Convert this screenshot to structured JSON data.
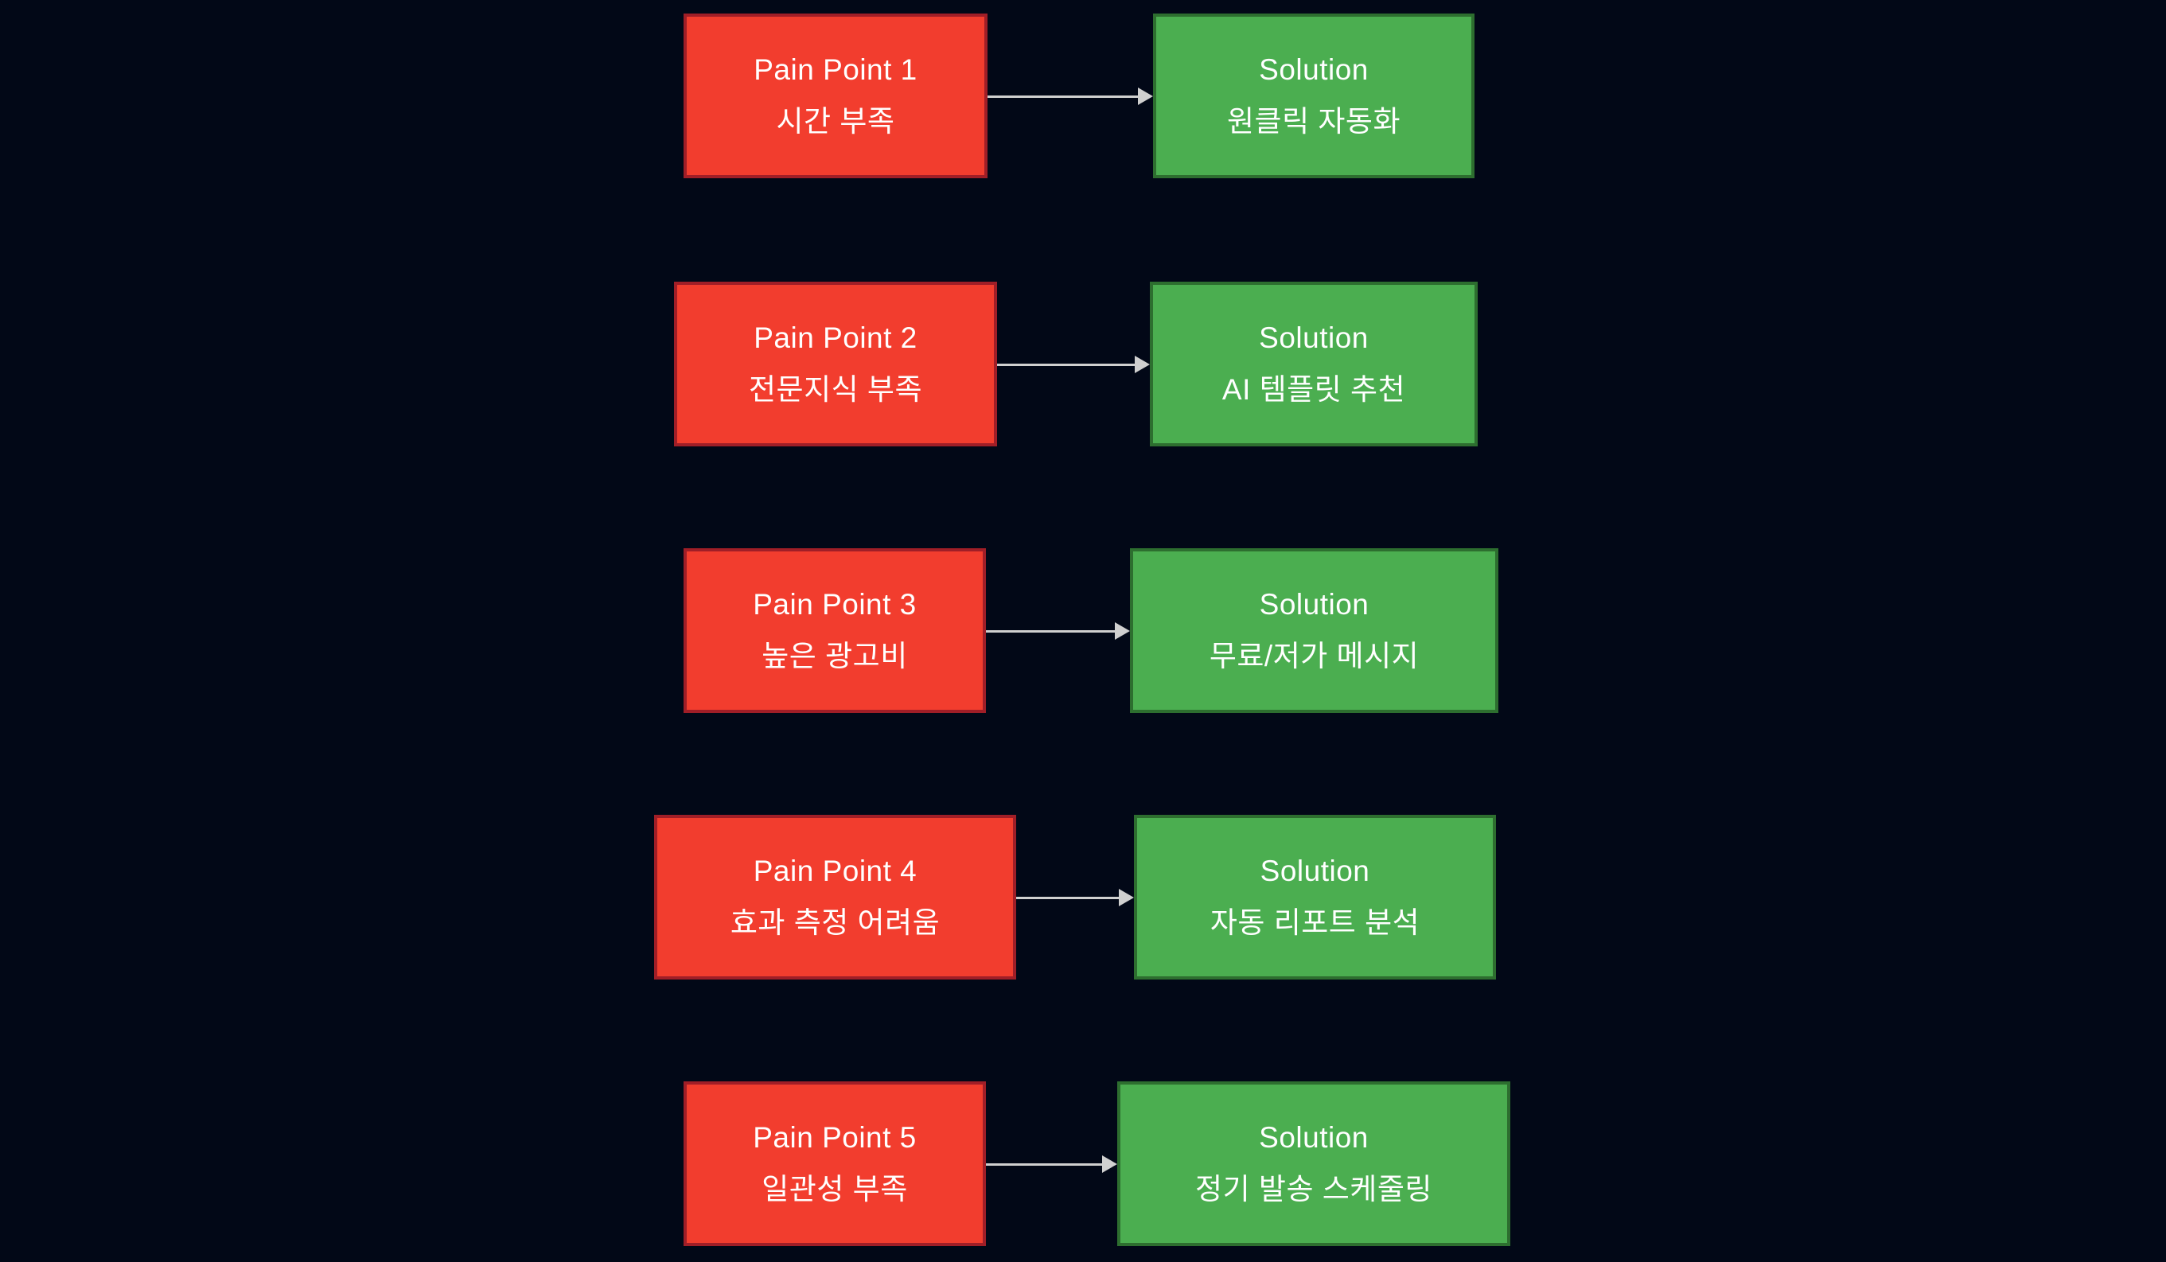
{
  "diagram": {
    "type": "pain-point-to-solution-flowchart",
    "rows": [
      {
        "pain": {
          "line1": "Pain Point 1",
          "line2": "시간 부족"
        },
        "solution": {
          "line1": "Solution",
          "line2": "원클릭 자동화"
        }
      },
      {
        "pain": {
          "line1": "Pain Point 2",
          "line2": "전문지식 부족"
        },
        "solution": {
          "line1": "Solution",
          "line2": "AI 템플릿 추천"
        }
      },
      {
        "pain": {
          "line1": "Pain Point 3",
          "line2": "높은 광고비"
        },
        "solution": {
          "line1": "Solution",
          "line2": "무료/저가 메시지"
        }
      },
      {
        "pain": {
          "line1": "Pain Point 4",
          "line2": "효과 측정 어려움"
        },
        "solution": {
          "line1": "Solution",
          "line2": "자동 리포트 분석"
        }
      },
      {
        "pain": {
          "line1": "Pain Point 5",
          "line2": "일관성 부족"
        },
        "solution": {
          "line1": "Solution",
          "line2": "정기 발송 스케줄링"
        }
      }
    ]
  },
  "colors": {
    "bg": "#020817",
    "pain_fill": "#f23d2e",
    "pain_border": "#a01e27",
    "solution_fill": "#4bae50",
    "solution_border": "#2d6e2f",
    "arrow": "#d0d0d0",
    "text": "#ffffff"
  }
}
